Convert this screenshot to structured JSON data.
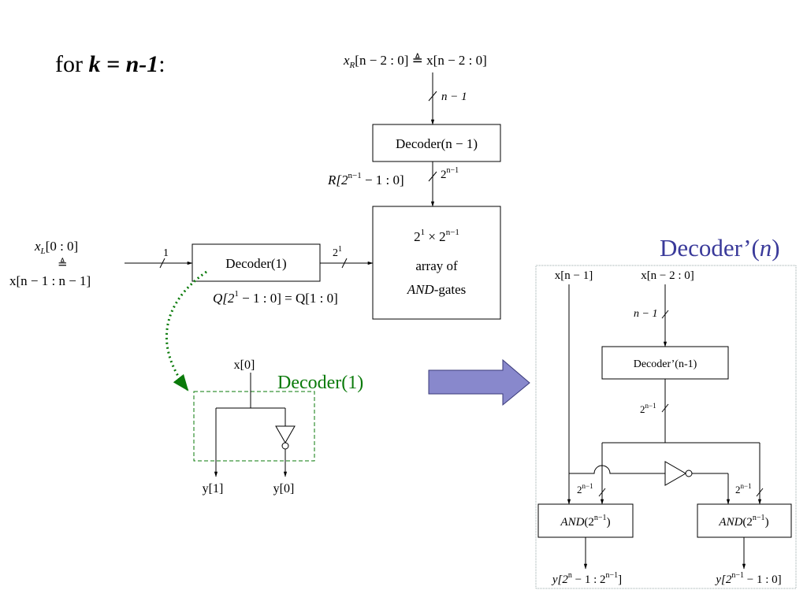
{
  "slide": {
    "title_prefix": "for ",
    "title_eq": "k = n-1",
    "title_suffix": ":"
  },
  "top_input": {
    "label_left": "x",
    "label_sub": "R",
    "label_rest": "[n − 2 : 0] ≜ x[n − 2 : 0]",
    "bus_width": "n − 1"
  },
  "decoder_n1": {
    "label": "Decoder(n − 1)",
    "output_label": "R[2",
    "output_sup": "n−1",
    "output_rest": " − 1 : 0]",
    "bus_base": "2",
    "bus_sup": "n−1"
  },
  "and_array": {
    "line1_base": "2",
    "line1_sup1": "1",
    "line1_mid": " × 2",
    "line1_sup2": "n−1",
    "line2": "array of",
    "line3_italic": "AND",
    "line3_rest": "-gates"
  },
  "left_input": {
    "line1_x": "x",
    "line1_sub": "L",
    "line1_rest": "[0 : 0]",
    "equiv": "≜",
    "line2": "x[n − 1 : n − 1]",
    "bus_width": "1"
  },
  "decoder_1": {
    "label": "Decoder(1)",
    "out_base": "2",
    "out_sup": "1",
    "q_label_a": "Q[2",
    "q_label_sup": "1",
    "q_label_b": " − 1 : 0] = Q[1 : 0]"
  },
  "decoder1_detail": {
    "title": "Decoder(1)",
    "input": "x[0]",
    "out1": "y[1]",
    "out0": "y[0]",
    "title_color": "#0a7a0a"
  },
  "decoder_prime": {
    "title_a": "Decoder’(",
    "title_n": "n",
    "title_b": ")",
    "title_color": "#3a3a9a",
    "in_msb": "x[n − 1]",
    "in_rest": "x[n − 2 : 0]",
    "bus_width": "n − 1",
    "inner_decoder": "Decoder’(n-1)",
    "bus2_base": "2",
    "bus2_sup": "n−1",
    "and_left_italic": "AND",
    "and_left_rest": "(2",
    "and_left_sup": "n−1",
    "and_left_close": ")",
    "and_right_italic": "AND",
    "and_right_rest": "(2",
    "and_right_sup": "n−1",
    "and_right_close": ")",
    "out_left_a": "y[2",
    "out_left_sup1": "n",
    "out_left_b": " − 1 : 2",
    "out_left_sup2": "n−1",
    "out_left_c": "]",
    "out_right_a": "y[2",
    "out_right_sup": "n−1",
    "out_right_b": " − 1 : 0]"
  },
  "colors": {
    "arrow_fill": "#8888cc",
    "dotted_green": "#0a7a0a"
  }
}
